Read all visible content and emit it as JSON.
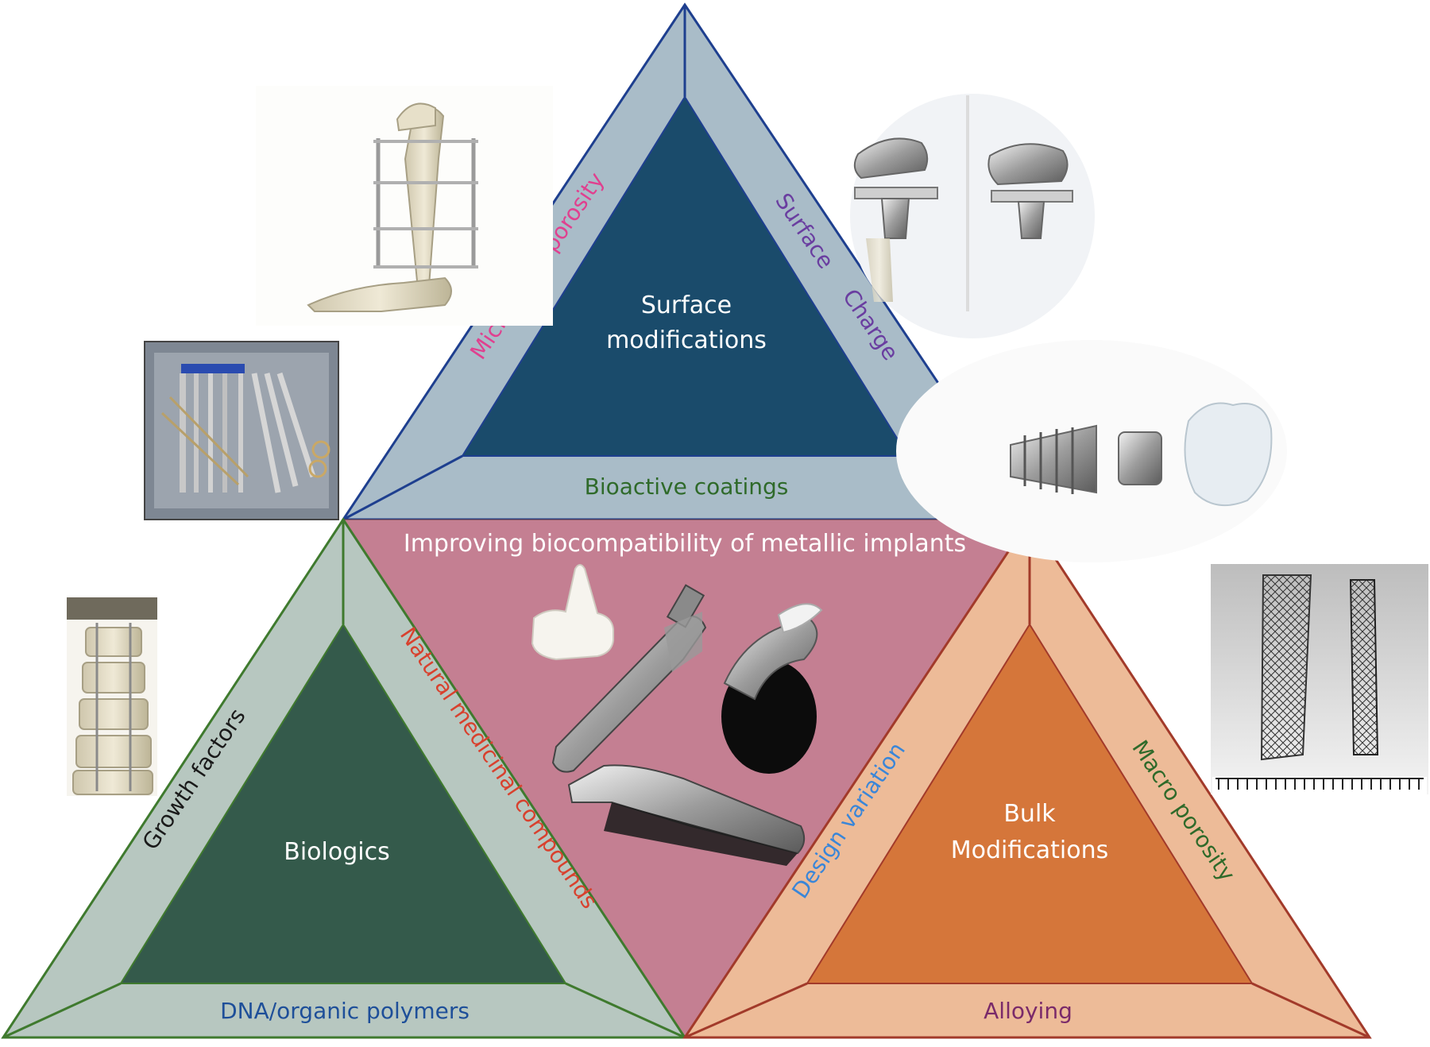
{
  "center": {
    "title": "Improving biocompatibility of metallic implants"
  },
  "top": {
    "label_line1": "Surface",
    "label_line2": "modifications",
    "left_side": "Micro/nano porosity",
    "right_side_1": "Surface",
    "right_side_2": "Charge",
    "bottom_side": "Bioactive coatings"
  },
  "left": {
    "label": "Biologics",
    "left_side": "Growth factors",
    "right_side": "Natural medicinal compounds",
    "bottom_side": "DNA/organic polymers"
  },
  "right": {
    "label_line1": "Bulk",
    "label_line2": "Modifications",
    "left_side": "Design variation",
    "right_side": "Macro porosity",
    "bottom_side": "Alloying"
  },
  "colors": {
    "top_outer": "#a9bcc8",
    "top_inner": "#1a4b6b",
    "top_edge": "#1e3f8f",
    "left_outer": "#b7c7c0",
    "left_inner": "#345a4b",
    "left_edge": "#3f7a2e",
    "right_outer": "#edbb98",
    "right_inner": "#d5763a",
    "right_edge": "#a23a2a",
    "center_fill": "#c47f92",
    "micro_nano_text": "#e0408f",
    "charge_text": "#6a3ea0",
    "bioactive_text": "#2f6a2a",
    "natural_text": "#d8412e",
    "dna_text": "#1e4f99",
    "design_text": "#3a86d8",
    "macro_text": "#2f6a2a",
    "alloying_text": "#7a2a6a",
    "growth_text": "#1a1a1a"
  }
}
